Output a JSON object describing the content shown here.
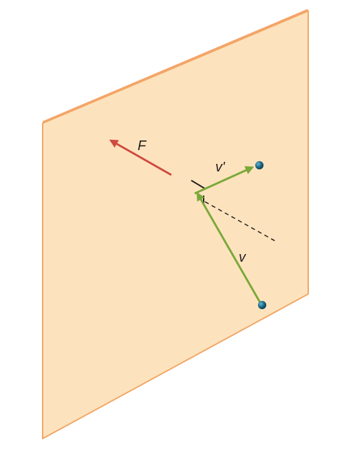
{
  "diagram": {
    "labels": {
      "force": "F",
      "velocity_before": "v",
      "velocity_after": "v'"
    },
    "colors": {
      "wall_fill": "#fde3bd",
      "wall_edge": "#f2a766",
      "force_arrow": "#cf4a3f",
      "velocity_arrow": "#7ba83a",
      "ball": "#1f6f8f",
      "normal_line": "#231f20"
    }
  }
}
